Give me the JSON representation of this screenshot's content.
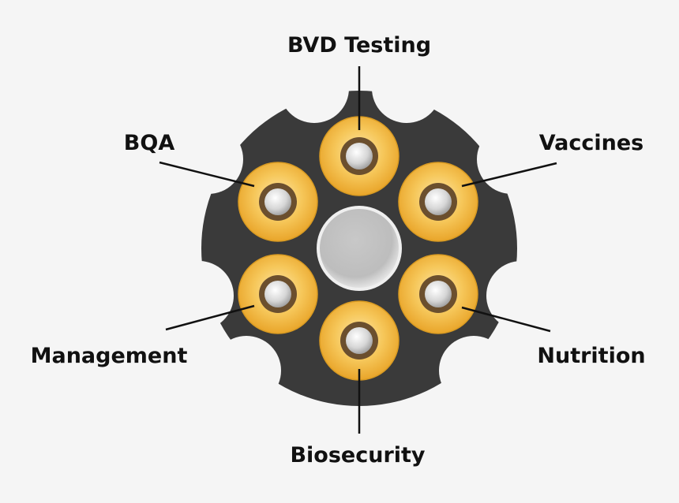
{
  "colors": {
    "background": "#f5f5f5",
    "cylinder": "#3a3a3a",
    "chamber_gold": "#f0b433",
    "chamber_gold_light": "#fbd983",
    "primer_ring": "#6b4f2e",
    "primer_silver": "#d9d9d9",
    "center_pin": "#bdbdbd",
    "leader_line": "#111111"
  },
  "diagram": {
    "labels": [
      {
        "id": "bvd",
        "text": "BVD Testing"
      },
      {
        "id": "vaccines",
        "text": "Vaccines"
      },
      {
        "id": "nutrition",
        "text": "Nutrition"
      },
      {
        "id": "biosecurity",
        "text": "Biosecurity"
      },
      {
        "id": "management",
        "text": "Management"
      },
      {
        "id": "bqa",
        "text": "BQA"
      }
    ]
  }
}
